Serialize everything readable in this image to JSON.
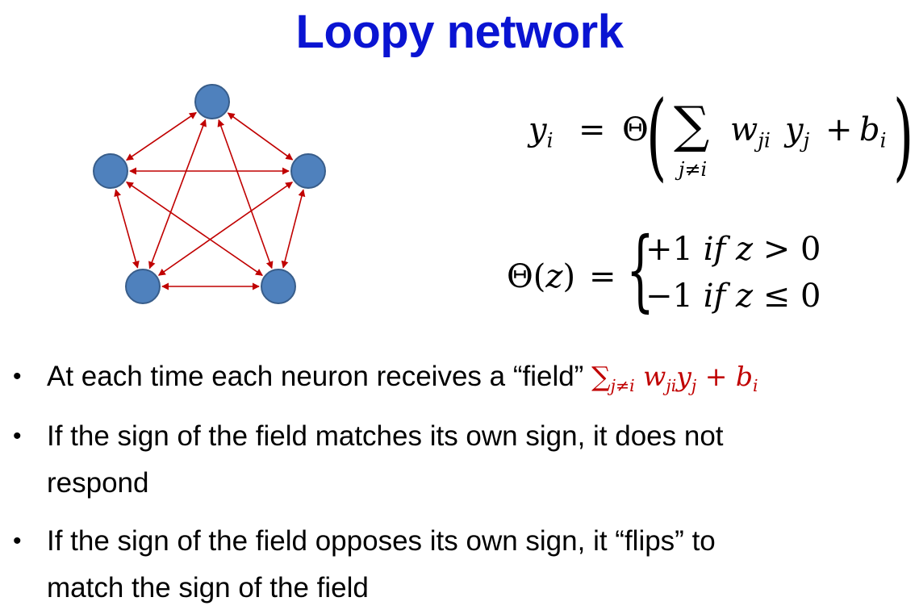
{
  "title": "Loopy network",
  "colors": {
    "title": "#0a14d2",
    "node_fill": "#4f81bd",
    "node_stroke": "#385d8a",
    "edge": "#c00000",
    "field_text": "#c00000"
  },
  "diagram": {
    "nodes": [
      "top",
      "upper-left",
      "upper-right",
      "lower-left",
      "lower-right"
    ],
    "edges": [
      [
        "top",
        "upper-left"
      ],
      [
        "top",
        "upper-right"
      ],
      [
        "top",
        "lower-left"
      ],
      [
        "top",
        "lower-right"
      ],
      [
        "upper-left",
        "upper-right"
      ],
      [
        "upper-left",
        "lower-left"
      ],
      [
        "upper-left",
        "lower-right"
      ],
      [
        "upper-right",
        "lower-left"
      ],
      [
        "upper-right",
        "lower-right"
      ],
      [
        "lower-left",
        "lower-right"
      ]
    ],
    "edge_direction": "bidirectional"
  },
  "equation1": {
    "lhs": "y",
    "lhs_sub": "i",
    "equals": "=",
    "theta": "Θ",
    "sum_symbol": "∑",
    "sum_index": "j≠i",
    "term_w": "w",
    "term_w_sub": "ji",
    "term_y": "y",
    "term_y_sub": "j",
    "plus": "+",
    "term_b": "b",
    "term_b_sub": "i"
  },
  "equation2": {
    "lhs": "Θ(z)",
    "equals": "=",
    "case1": "+1 if z > 0",
    "case2": "−1 if z ≤ 0"
  },
  "bullets": [
    {
      "text": "At each time each neuron receives a “field”",
      "expr": {
        "sum": "∑",
        "sum_sub": "j≠i",
        "w": "w",
        "w_sub": "ji",
        "y": "y",
        "y_sub": "j",
        "plus": "+",
        "b": "b",
        "b_sub": "i"
      }
    },
    {
      "line1": "If the sign of the field matches its own sign, it does not",
      "line2": "respond"
    },
    {
      "line1": "If the sign of the field opposes its own sign, it “flips” to",
      "line2": "match the sign of the field"
    }
  ]
}
